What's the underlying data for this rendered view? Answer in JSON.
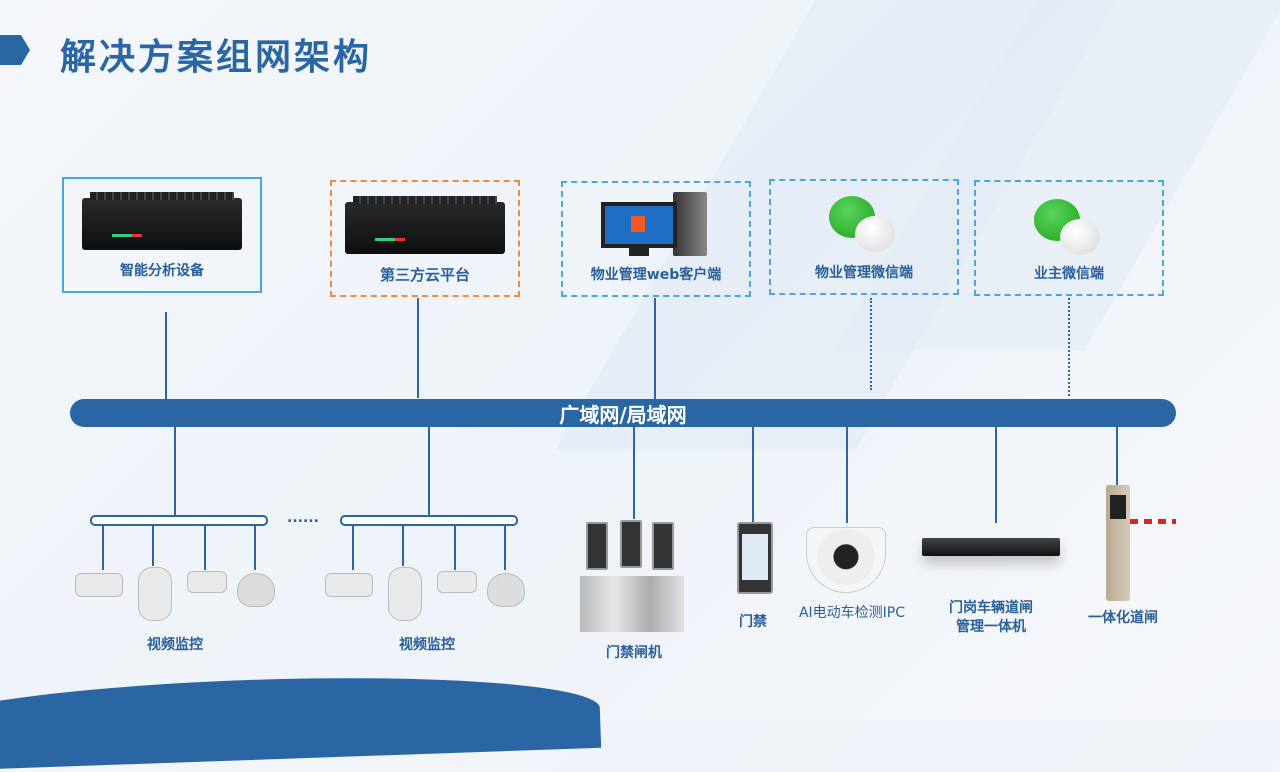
{
  "title": "解决方案组网架构",
  "top_nodes": [
    {
      "label": "智能分析设备",
      "icon": "server-box-icon"
    },
    {
      "label": "第三方云平台",
      "icon": "server-box-icon"
    },
    {
      "label": "物业管理web客户端",
      "icon": "desktop-computer-icon"
    },
    {
      "label": "物业管理微信端",
      "icon": "wechat-icon"
    },
    {
      "label": "业主微信端",
      "icon": "wechat-icon"
    }
  ],
  "network": {
    "label": "广域网/局域网"
  },
  "ellipsis": "......",
  "bottom_nodes": [
    {
      "label": "视频监控",
      "icon": "camera-group-icon"
    },
    {
      "label": "视频监控",
      "icon": "camera-group-icon"
    },
    {
      "label": "门禁闸机",
      "icon": "turnstile-gate-icon"
    },
    {
      "label": "门禁",
      "icon": "access-control-panel-icon"
    },
    {
      "label": "AI电动车检测IPC",
      "icon": "dome-camera-icon"
    },
    {
      "label": "门岗车辆道闸管理一体机",
      "line1": "门岗车辆道闸",
      "line2": "管理一体机",
      "icon": "nvr-device-icon"
    },
    {
      "label": "一体化道闸",
      "icon": "barrier-gate-icon"
    }
  ],
  "colors": {
    "primary": "#2a66a3",
    "box_border": "#4aa8d8",
    "highlight_border": "#f08a3c"
  }
}
